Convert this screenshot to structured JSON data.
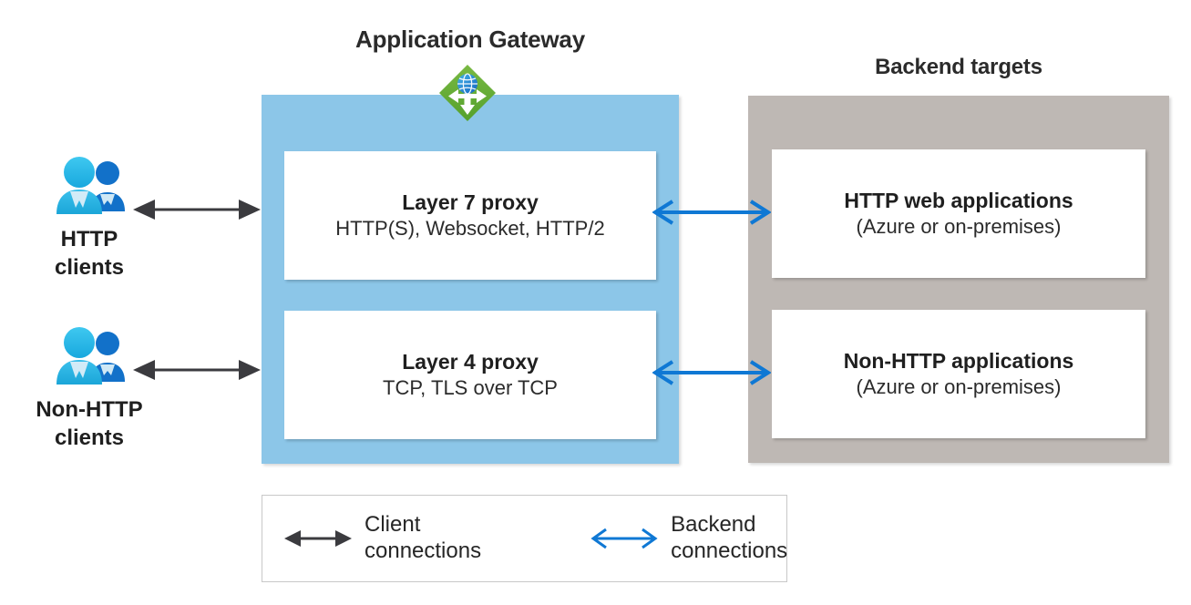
{
  "diagram": {
    "gateway": {
      "title": "Application Gateway",
      "icon": "azure-application-gateway-icon",
      "container_color": "#8CC6E8",
      "cards": [
        {
          "name": "layer-7-proxy",
          "title": "Layer 7 proxy",
          "subtitle": "HTTP(S), Websocket, HTTP/2"
        },
        {
          "name": "layer-4-proxy",
          "title": "Layer 4 proxy",
          "subtitle": "TCP, TLS over TCP"
        }
      ]
    },
    "backend": {
      "title": "Backend targets",
      "container_color": "#BEB8B4",
      "cards": [
        {
          "name": "http-web-applications",
          "title": "HTTP web applications",
          "subtitle": "(Azure or on-premises)"
        },
        {
          "name": "non-http-applications",
          "title": "Non-HTTP applications",
          "subtitle": "(Azure or on-premises)"
        }
      ]
    },
    "clients": [
      {
        "name": "http-clients",
        "label": "HTTP\nclients",
        "icon": "users-icon"
      },
      {
        "name": "non-http-clients",
        "label": "Non-HTTP\nclients",
        "icon": "users-icon"
      }
    ],
    "legend": {
      "items": [
        {
          "name": "client-connections",
          "label": "Client\nconnections",
          "arrow_color": "#3B3B3F",
          "arrow_style": "solid-heads"
        },
        {
          "name": "backend-connections",
          "label": "Backend\nconnections",
          "arrow_color": "#0F78D4",
          "arrow_style": "open-heads"
        }
      ]
    },
    "colors": {
      "client_arrow": "#3B3B3F",
      "backend_arrow": "#0F78D4",
      "gateway_fill": "#8CC6E8",
      "backend_fill": "#BEB8B4",
      "icon_green": "#5FA838",
      "icon_globe_blue": "#1D8FD4"
    }
  }
}
